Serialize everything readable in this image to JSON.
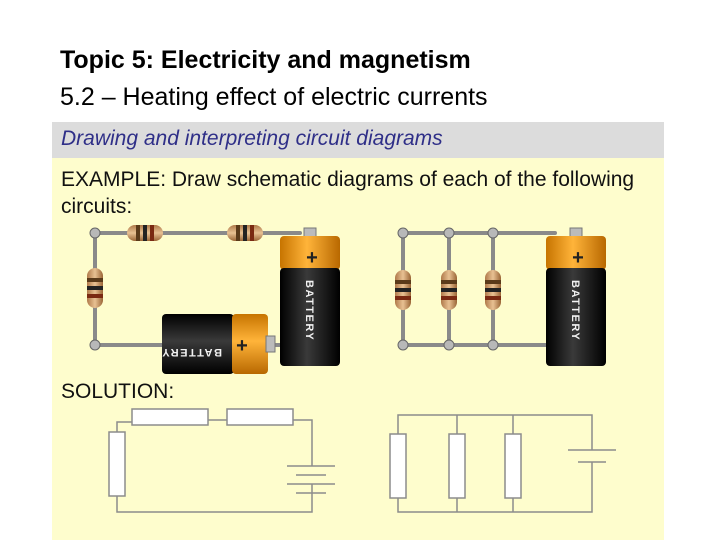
{
  "slide": {
    "title_line1": "Topic 5: Electricity and magnetism",
    "title_line2": "5.2 – Heating effect of electric currents",
    "subtitle": "Drawing and interpreting circuit diagrams",
    "example_text": "EXAMPLE: Draw schematic diagrams of each of the following circuits:",
    "solution_label": "SOLUTION:"
  },
  "battery": {
    "label": "BATTERY",
    "plus": "+"
  },
  "colors": {
    "subtitle_bar": "#dcdcdc",
    "subtitle_text": "#2f2f88",
    "content_panel": "#fefdcd",
    "battery_orange": "#f0a020",
    "battery_black": "#1a1a1a",
    "wire": "#8a8a8a"
  }
}
